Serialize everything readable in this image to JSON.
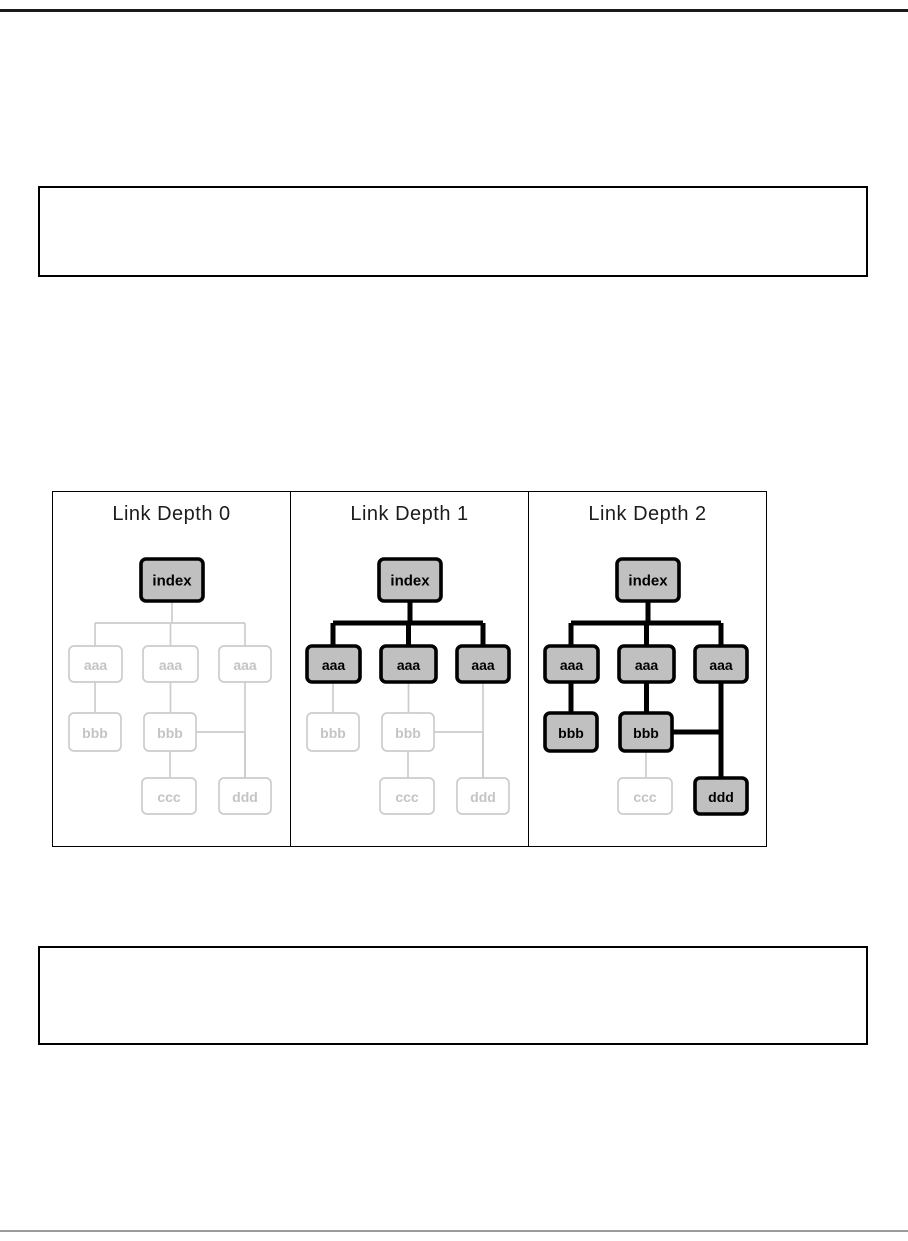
{
  "page": {
    "background": "#ffffff"
  },
  "dividers": {
    "top": {
      "color": "#1a1a1a"
    },
    "bottom": {
      "color": "#9b9b9b"
    }
  },
  "note_boxes": [
    {
      "text": ""
    },
    {
      "text": ""
    }
  ],
  "diagram": {
    "type": "tree-comparison",
    "panels": [
      {
        "title": "Link Depth 0",
        "active_nodes": [
          "index"
        ],
        "active_edges": []
      },
      {
        "title": "Link Depth 1",
        "active_nodes": [
          "index",
          "aaa1",
          "aaa2",
          "aaa3"
        ],
        "active_edges": [
          "index-branch",
          "branch",
          "branch-aaa1",
          "branch-aaa2",
          "branch-aaa3"
        ]
      },
      {
        "title": "Link Depth 2",
        "active_nodes": [
          "index",
          "aaa1",
          "aaa2",
          "aaa3",
          "bbb1",
          "bbb2",
          "ddd"
        ],
        "active_edges": [
          "index-branch",
          "branch",
          "branch-aaa1",
          "branch-aaa2",
          "branch-aaa3",
          "aaa1-bbb1",
          "aaa2-bbb2",
          "bbb2-ddd",
          "aaa3-ddd"
        ]
      }
    ],
    "nodes": [
      {
        "id": "index",
        "label": "index"
      },
      {
        "id": "aaa1",
        "label": "aaa"
      },
      {
        "id": "aaa2",
        "label": "aaa"
      },
      {
        "id": "aaa3",
        "label": "aaa"
      },
      {
        "id": "bbb1",
        "label": "bbb"
      },
      {
        "id": "bbb2",
        "label": "bbb"
      },
      {
        "id": "ccc",
        "label": "ccc"
      },
      {
        "id": "ddd",
        "label": "ddd"
      }
    ],
    "edges": [
      {
        "id": "index-branch",
        "from": "index",
        "to": "branch"
      },
      {
        "id": "branch",
        "from": "branch",
        "to": "branch"
      },
      {
        "id": "branch-aaa1",
        "from": "branch",
        "to": "aaa1"
      },
      {
        "id": "branch-aaa2",
        "from": "branch",
        "to": "aaa2"
      },
      {
        "id": "branch-aaa3",
        "from": "branch",
        "to": "aaa3"
      },
      {
        "id": "aaa1-bbb1",
        "from": "aaa1",
        "to": "bbb1"
      },
      {
        "id": "aaa2-bbb2",
        "from": "aaa2",
        "to": "bbb2"
      },
      {
        "id": "bbb2-ccc",
        "from": "bbb2",
        "to": "ccc"
      },
      {
        "id": "bbb2-ddd",
        "from": "bbb2",
        "to": "ddd"
      },
      {
        "id": "aaa3-ddd",
        "from": "aaa3",
        "to": "ddd"
      }
    ],
    "colors": {
      "active_fill": "#c0c0c0",
      "active_stroke": "#000000",
      "active_text": "#000000",
      "active_line": "#000000",
      "inactive_fill": "#ffffff",
      "inactive_stroke": "#cccccc",
      "inactive_text": "#c4c4c4",
      "inactive_line": "#cccccc"
    }
  }
}
